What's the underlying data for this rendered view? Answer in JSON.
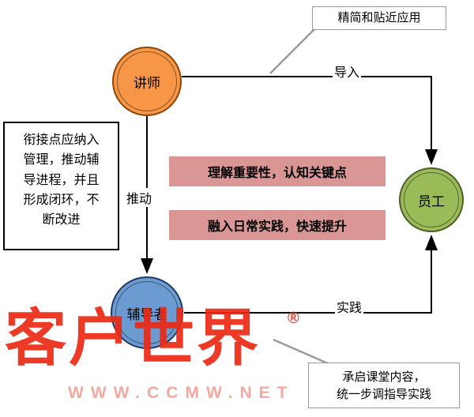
{
  "callouts": {
    "top": "精简和贴近应用",
    "bottom": "承启课堂内容，\n统一步调指导实践"
  },
  "left_note": "衔接点应纳入\n管理，推动辅\n导进程，并且\n形成闭环，不\n断改进",
  "nodes": {
    "lecturer": "讲师",
    "coach": "辅导者",
    "employee": "员工"
  },
  "edges": {
    "import": "导入",
    "push": "推动",
    "practice": "实践"
  },
  "boxes": {
    "understand": "理解重要性，认知关键点",
    "practice": "融入日常实践，快速提升"
  },
  "watermark": {
    "title": "客户世界",
    "reg": "®",
    "url": "WWW.CCMW.NET"
  },
  "colors": {
    "lecturer_fill": "#F79646",
    "coach_fill": "#6C9BD2",
    "employee_fill": "#9BBB59",
    "highlight_box_fill": "#D99694",
    "watermark_red": "#EA2914",
    "watermark_pink": "#F6A89E",
    "arrow": "#000000",
    "connector_gray": "#9a9a9a"
  }
}
